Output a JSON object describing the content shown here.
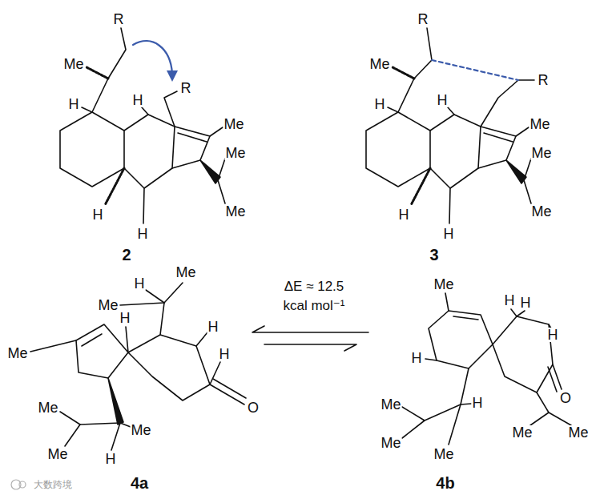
{
  "diagram": {
    "labels": [
      "R",
      "Me",
      "H",
      "H",
      "R",
      "Me",
      "Me",
      "Me",
      "H",
      "H",
      "2",
      "R",
      "R",
      "Me",
      "H",
      "H",
      "Me",
      "Me",
      "Me",
      "H",
      "H",
      "3",
      "Me",
      "H",
      "Me",
      "H",
      "H",
      "H",
      "Me",
      "O",
      "Me",
      "Me",
      "Me",
      "H",
      "4a",
      "ΔE ≈ 12.5",
      "kcal mol⁻¹",
      "Me",
      "H",
      "H",
      "H",
      "H",
      "Me",
      "H",
      "Me",
      "Me",
      "O",
      "Me",
      "Me",
      "4b",
      "大数跨境"
    ]
  }
}
